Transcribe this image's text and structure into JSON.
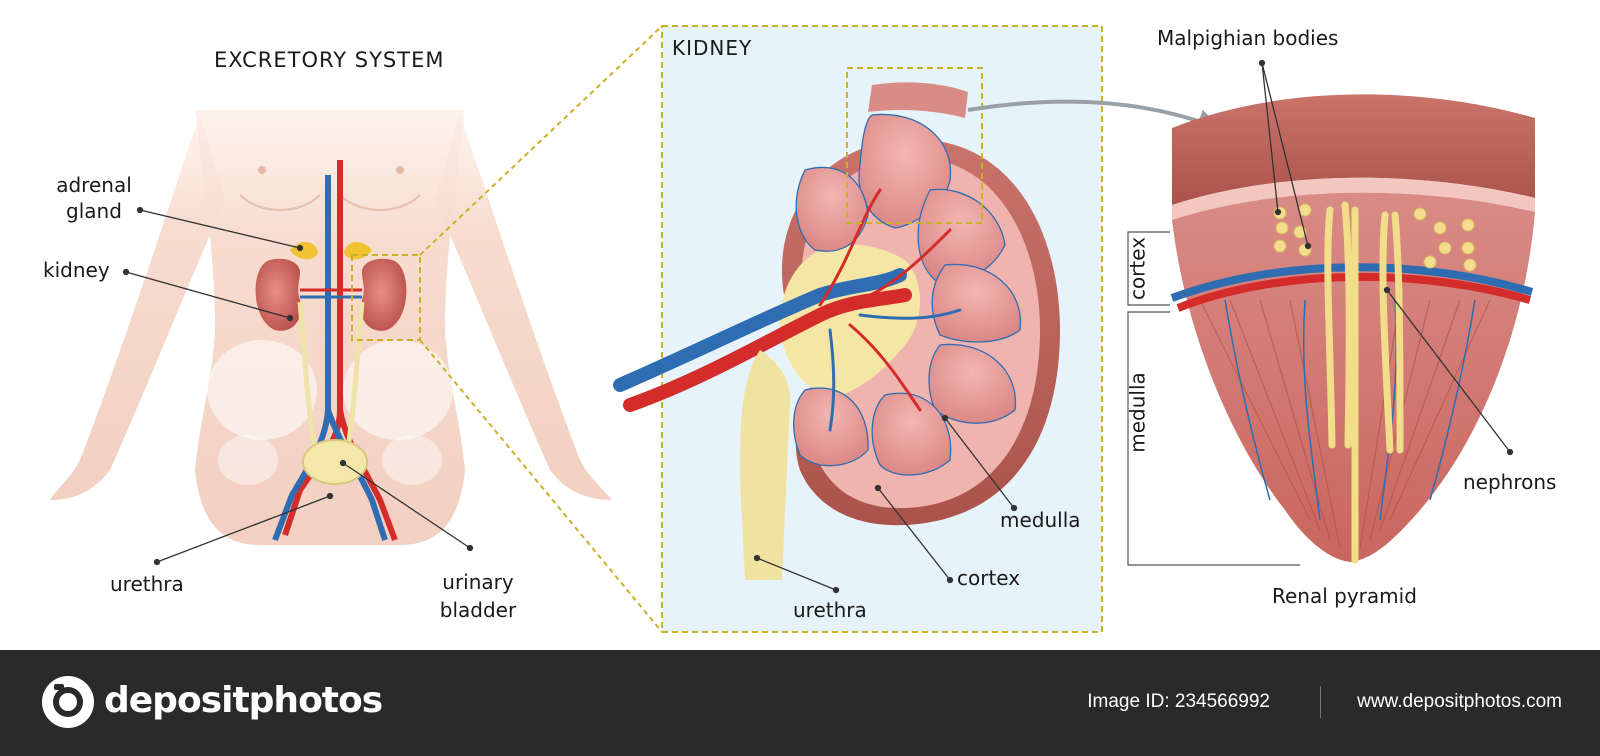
{
  "labels": {
    "excretory_title": "EXCRETORY SYSTEM",
    "adrenal_gland": "adrenal\ngland",
    "kidney_body": "kidney",
    "urethra_body": "urethra",
    "urinary_bladder": "urinary\nbladder",
    "kidney_title": "KIDNEY",
    "medulla_kidney": "medulla",
    "cortex_kidney": "cortex",
    "urethra_kidney": "urethra",
    "malpighian": "Malpighian bodies",
    "nephrons": "nephrons",
    "renal_pyramid": "Renal pyramid",
    "cortex_side": "cortex",
    "medulla_side": "medulla"
  },
  "footer": {
    "brand": "depositphotos",
    "image_id": "Image ID: 234566992",
    "url": "www.depositphotos.com"
  },
  "colors": {
    "skin": "#f6ddd0",
    "kidney": "#d8716a",
    "artery": "#d42b2b",
    "vein": "#2f6db3",
    "ureter": "#efe3a8",
    "adrenal": "#f1c232",
    "panel_bg": "#e6f3fb",
    "dash": "#c9b22a",
    "footer_bg": "#2a2a2b"
  }
}
